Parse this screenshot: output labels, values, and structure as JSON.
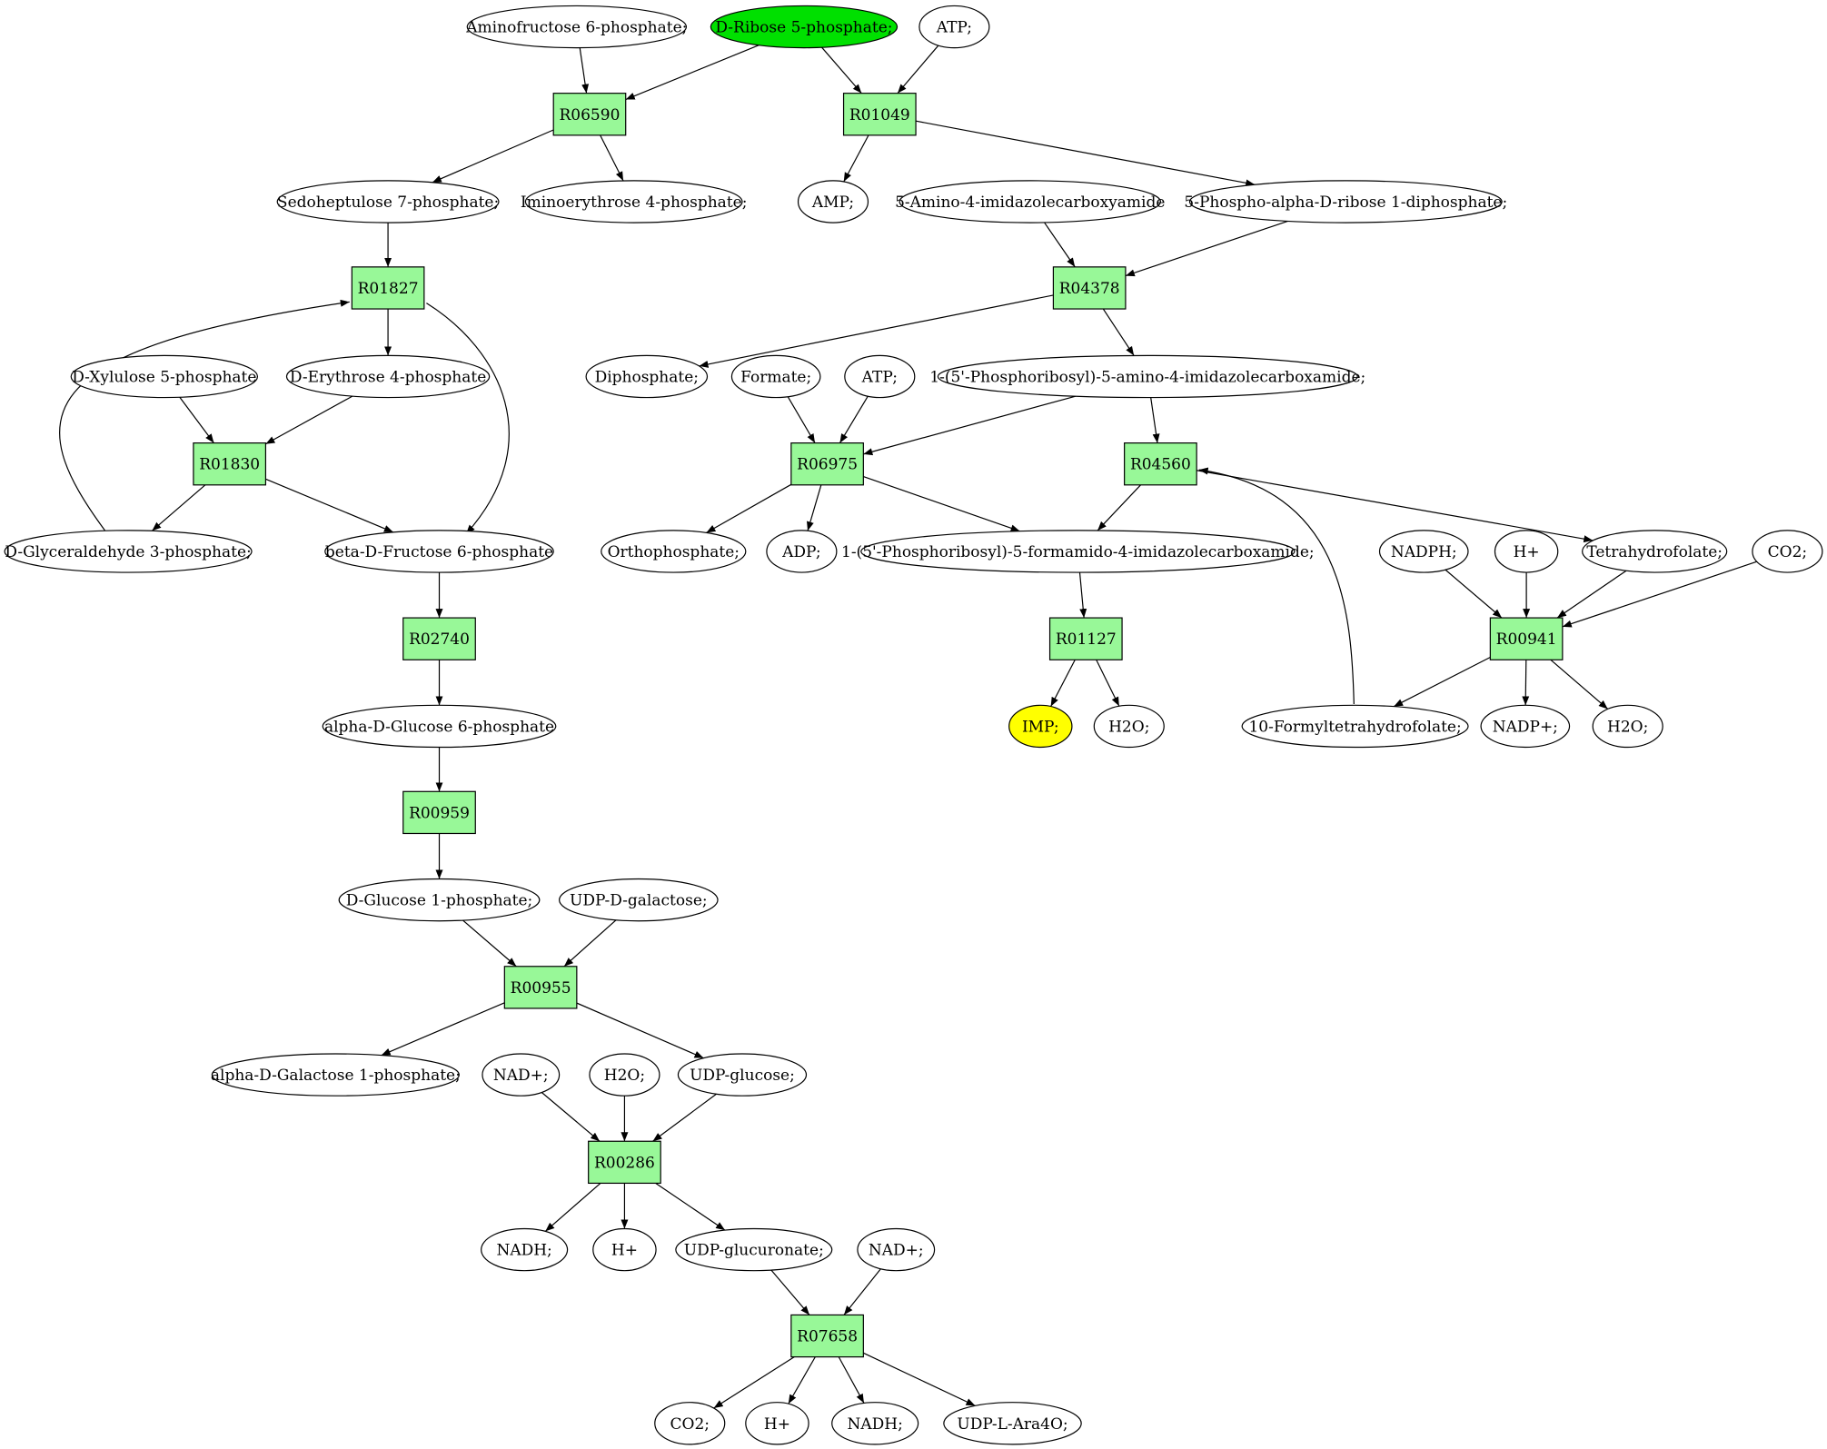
{
  "colors": {
    "reaction": "#98f898",
    "start": "#00e000",
    "target": "#ffff00",
    "compound": "#ffffff"
  },
  "nodes": [
    {
      "id": "aminofructose",
      "type": "compound",
      "label": "Aminofructose 6-phosphate;"
    },
    {
      "id": "ribose5p",
      "type": "compound",
      "label": "D-Ribose 5-phosphate;",
      "role": "start"
    },
    {
      "id": "atp1",
      "type": "compound",
      "label": "ATP;"
    },
    {
      "id": "R06590",
      "type": "reaction",
      "label": "R06590"
    },
    {
      "id": "R01049",
      "type": "reaction",
      "label": "R01049"
    },
    {
      "id": "sedohept",
      "type": "compound",
      "label": "Sedoheptulose 7-phosphate;"
    },
    {
      "id": "iminoery",
      "type": "compound",
      "label": "Iminoerythrose 4-phosphate;"
    },
    {
      "id": "amp",
      "type": "compound",
      "label": "AMP;"
    },
    {
      "id": "aica",
      "type": "compound",
      "label": "5-Amino-4-imidazolecarboxyamide"
    },
    {
      "id": "prpp",
      "type": "compound",
      "label": "5-Phospho-alpha-D-ribose 1-diphosphate;"
    },
    {
      "id": "R01827",
      "type": "reaction",
      "label": "R01827"
    },
    {
      "id": "R04378",
      "type": "reaction",
      "label": "R04378"
    },
    {
      "id": "xylulose",
      "type": "compound",
      "label": "D-Xylulose 5-phosphate"
    },
    {
      "id": "erythrose",
      "type": "compound",
      "label": "D-Erythrose 4-phosphate"
    },
    {
      "id": "diphosphate",
      "type": "compound",
      "label": "Diphosphate;"
    },
    {
      "id": "formate",
      "type": "compound",
      "label": "Formate;"
    },
    {
      "id": "atp2",
      "type": "compound",
      "label": "ATP;"
    },
    {
      "id": "aicar",
      "type": "compound",
      "label": "1-(5'-Phosphoribosyl)-5-amino-4-imidazolecarboxamide;"
    },
    {
      "id": "R01830",
      "type": "reaction",
      "label": "R01830"
    },
    {
      "id": "R06975",
      "type": "reaction",
      "label": "R06975"
    },
    {
      "id": "R04560",
      "type": "reaction",
      "label": "R04560"
    },
    {
      "id": "glyceraldehyde",
      "type": "compound",
      "label": "D-Glyceraldehyde 3-phosphate;"
    },
    {
      "id": "fructose6p",
      "type": "compound",
      "label": "beta-D-Fructose 6-phosphate"
    },
    {
      "id": "orthophosphate",
      "type": "compound",
      "label": "Orthophosphate;"
    },
    {
      "id": "adp",
      "type": "compound",
      "label": "ADP;"
    },
    {
      "id": "faicar",
      "type": "compound",
      "label": "1-(5'-Phosphoribosyl)-5-formamido-4-imidazolecarboxamide;"
    },
    {
      "id": "nadph",
      "type": "compound",
      "label": "NADPH;"
    },
    {
      "id": "hplus1",
      "type": "compound",
      "label": "H+"
    },
    {
      "id": "thf",
      "type": "compound",
      "label": "Tetrahydrofolate;"
    },
    {
      "id": "co2a",
      "type": "compound",
      "label": "CO2;"
    },
    {
      "id": "R02740",
      "type": "reaction",
      "label": "R02740"
    },
    {
      "id": "R01127",
      "type": "reaction",
      "label": "R01127"
    },
    {
      "id": "R00941",
      "type": "reaction",
      "label": "R00941"
    },
    {
      "id": "glucose6p",
      "type": "compound",
      "label": "alpha-D-Glucose 6-phosphate"
    },
    {
      "id": "imp",
      "type": "compound",
      "label": "IMP;",
      "role": "target"
    },
    {
      "id": "h2o1",
      "type": "compound",
      "label": "H2O;"
    },
    {
      "id": "formylthf",
      "type": "compound",
      "label": "10-Formyltetrahydrofolate;"
    },
    {
      "id": "nadpplus",
      "type": "compound",
      "label": "NADP+;"
    },
    {
      "id": "h2o2",
      "type": "compound",
      "label": "H2O;"
    },
    {
      "id": "R00959",
      "type": "reaction",
      "label": "R00959"
    },
    {
      "id": "glucose1p",
      "type": "compound",
      "label": "D-Glucose 1-phosphate;"
    },
    {
      "id": "udpgal",
      "type": "compound",
      "label": "UDP-D-galactose;"
    },
    {
      "id": "R00955",
      "type": "reaction",
      "label": "R00955"
    },
    {
      "id": "galactose1p",
      "type": "compound",
      "label": "alpha-D-Galactose 1-phosphate;"
    },
    {
      "id": "nadplus1",
      "type": "compound",
      "label": "NAD+;"
    },
    {
      "id": "h2o3",
      "type": "compound",
      "label": "H2O;"
    },
    {
      "id": "udpglc",
      "type": "compound",
      "label": "UDP-glucose;"
    },
    {
      "id": "R00286",
      "type": "reaction",
      "label": "R00286"
    },
    {
      "id": "nadh1",
      "type": "compound",
      "label": "NADH;"
    },
    {
      "id": "hplus2",
      "type": "compound",
      "label": "H+"
    },
    {
      "id": "udpglcua",
      "type": "compound",
      "label": "UDP-glucuronate;"
    },
    {
      "id": "nadplus2",
      "type": "compound",
      "label": "NAD+;"
    },
    {
      "id": "R07658",
      "type": "reaction",
      "label": "R07658"
    },
    {
      "id": "co2b",
      "type": "compound",
      "label": "CO2;"
    },
    {
      "id": "hplus3",
      "type": "compound",
      "label": "H+"
    },
    {
      "id": "nadh2",
      "type": "compound",
      "label": "NADH;"
    },
    {
      "id": "udpara",
      "type": "compound",
      "label": "UDP-L-Ara4O;"
    }
  ],
  "edges": [
    [
      "aminofructose",
      "R06590"
    ],
    [
      "ribose5p",
      "R06590"
    ],
    [
      "ribose5p",
      "R01049"
    ],
    [
      "atp1",
      "R01049"
    ],
    [
      "R06590",
      "sedohept"
    ],
    [
      "R06590",
      "iminoery"
    ],
    [
      "R01049",
      "amp"
    ],
    [
      "R01049",
      "prpp"
    ],
    [
      "sedohept",
      "R01827"
    ],
    [
      "aica",
      "R04378"
    ],
    [
      "prpp",
      "R04378"
    ],
    [
      "R01827",
      "erythrose"
    ],
    [
      "R01827",
      "fructose6p"
    ],
    [
      "glyceraldehyde",
      "R01827"
    ],
    [
      "xylulose",
      "R01830"
    ],
    [
      "erythrose",
      "R01830"
    ],
    [
      "R01830",
      "glyceraldehyde"
    ],
    [
      "R01830",
      "fructose6p"
    ],
    [
      "R04378",
      "diphosphate"
    ],
    [
      "R04378",
      "aicar"
    ],
    [
      "formate",
      "R06975"
    ],
    [
      "atp2",
      "R06975"
    ],
    [
      "aicar",
      "R06975"
    ],
    [
      "aicar",
      "R04560"
    ],
    [
      "R06975",
      "orthophosphate"
    ],
    [
      "R06975",
      "adp"
    ],
    [
      "R06975",
      "faicar"
    ],
    [
      "R04560",
      "faicar"
    ],
    [
      "R04560",
      "thf"
    ],
    [
      "formylthf",
      "R04560"
    ],
    [
      "nadph",
      "R00941"
    ],
    [
      "hplus1",
      "R00941"
    ],
    [
      "thf",
      "R00941"
    ],
    [
      "co2a",
      "R00941"
    ],
    [
      "R00941",
      "formylthf"
    ],
    [
      "R00941",
      "nadpplus"
    ],
    [
      "R00941",
      "h2o2"
    ],
    [
      "faicar",
      "R01127"
    ],
    [
      "R01127",
      "imp"
    ],
    [
      "R01127",
      "h2o1"
    ],
    [
      "fructose6p",
      "R02740"
    ],
    [
      "R02740",
      "glucose6p"
    ],
    [
      "glucose6p",
      "R00959"
    ],
    [
      "R00959",
      "glucose1p"
    ],
    [
      "glucose1p",
      "R00955"
    ],
    [
      "udpgal",
      "R00955"
    ],
    [
      "R00955",
      "galactose1p"
    ],
    [
      "R00955",
      "udpglc"
    ],
    [
      "nadplus1",
      "R00286"
    ],
    [
      "h2o3",
      "R00286"
    ],
    [
      "udpglc",
      "R00286"
    ],
    [
      "R00286",
      "nadh1"
    ],
    [
      "R00286",
      "hplus2"
    ],
    [
      "R00286",
      "udpglcua"
    ],
    [
      "udpglcua",
      "R07658"
    ],
    [
      "nadplus2",
      "R07658"
    ],
    [
      "R07658",
      "co2b"
    ],
    [
      "R07658",
      "hplus3"
    ],
    [
      "R07658",
      "nadh2"
    ],
    [
      "R07658",
      "udpara"
    ]
  ]
}
